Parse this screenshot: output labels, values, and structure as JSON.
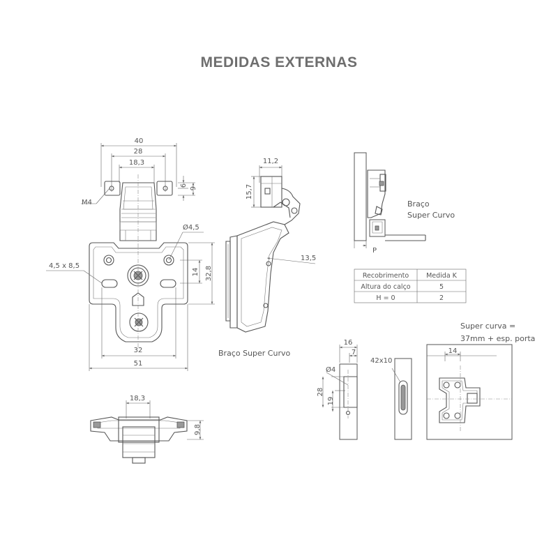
{
  "title": "MEDIDAS EXTERNAS",
  "front_view": {
    "dim_40": "40",
    "dim_28": "28",
    "dim_18_3": "18,3",
    "dim_6": "6",
    "dim_9": "9",
    "label_m4": "M4",
    "label_d45": "Ø4,5",
    "label_slot": "4,5 x 8,5",
    "dim_14": "14",
    "dim_32_8": "32,8",
    "dim_32": "32",
    "dim_51": "51"
  },
  "side_view": {
    "dim_11_2": "11,2",
    "dim_15_7": "15,7",
    "dim_13_5": "13,5",
    "caption": "Braço Super Curvo"
  },
  "mounted_view": {
    "caption_line1": "Braço",
    "caption_line2": "Super Curvo",
    "label_p": "P"
  },
  "table": {
    "headers": [
      "Recobrimento",
      "Medida K"
    ],
    "rows": [
      [
        "Altura do calço",
        "5"
      ],
      [
        "H = 0",
        "2"
      ]
    ]
  },
  "bottom_view": {
    "dim_18_3": "18,3",
    "dim_9_8": "9,8"
  },
  "cup_view": {
    "dim_16": "16",
    "dim_7": "7",
    "label_d4": "Ø4",
    "dim_28": "28",
    "dim_19": "19",
    "label_42x10": "42x10"
  },
  "plate_view": {
    "note_line1": "Super curva =",
    "note_line2": "37mm + esp. porta",
    "dim_14": "14"
  }
}
